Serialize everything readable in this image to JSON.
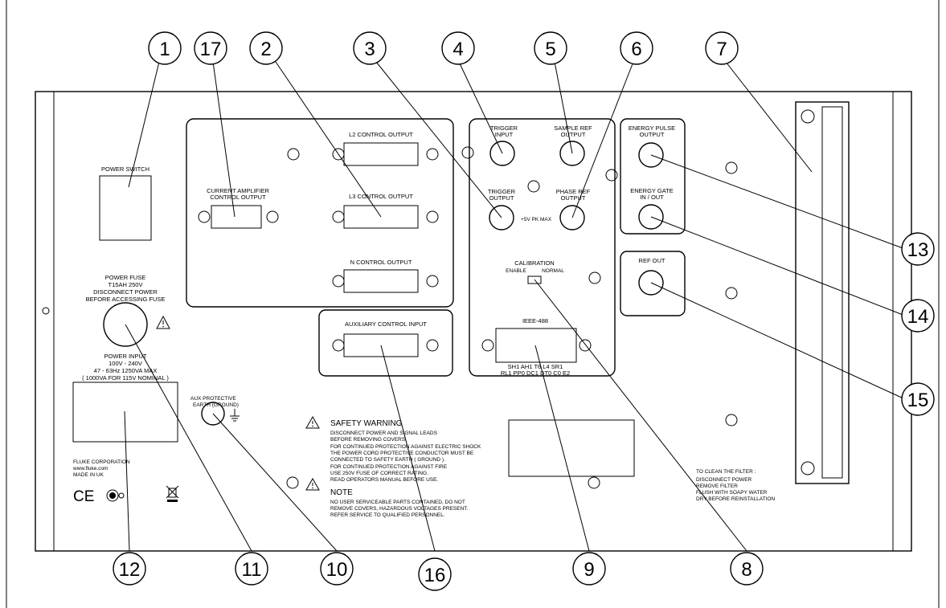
{
  "callouts": [
    "1",
    "17",
    "2",
    "3",
    "4",
    "5",
    "6",
    "7",
    "13",
    "14",
    "15",
    "12",
    "11",
    "10",
    "16",
    "9",
    "8"
  ],
  "labels": {
    "power_switch": "POWER SWITCH",
    "current_amp_1": "CURRENT AMPLIFIER",
    "current_amp_2": "CONTROL OUTPUT",
    "l2": "L2 CONTROL OUTPUT",
    "l3": "L3 CONTROL OUTPUT",
    "n": "N CONTROL OUTPUT",
    "aux_in": "AUXILIARY CONTROL INPUT",
    "trigger_in_1": "TRIGGER",
    "trigger_in_2": "INPUT",
    "sample_ref_1": "SAMPLE REF",
    "sample_ref_2": "OUTPUT",
    "trigger_out_1": "TRIGGER",
    "trigger_out_2": "OUTPUT",
    "phase_ref_1": "PHASE REF",
    "phase_ref_2": "OUTPUT",
    "pk_max": "+5V PK MAX",
    "energy_pulse_1": "ENERGY PULSE",
    "energy_pulse_2": "OUTPUT",
    "energy_gate_1": "ENERGY GATE",
    "energy_gate_2": "IN / OUT",
    "ref_out": "REF OUT",
    "calibration": "CALIBRATION",
    "enable": "ENABLE",
    "normal": "NORMAL",
    "ieee": "IEEE-488",
    "ieee_codes_1": "SH1 AH1 T6 L4 SR1",
    "ieee_codes_2": "RL1 PP0 DC1 DT0 C0 E2",
    "fuse_1": "POWER FUSE",
    "fuse_2": "T15AH 250V",
    "fuse_3": "DISCONNECT POWER",
    "fuse_4": "BEFORE ACCESSING FUSE",
    "pin_1": "POWER INPUT",
    "pin_2": "100V - 240V",
    "pin_3": "47 - 63Hz 1250VA MAX",
    "pin_4": "( 1000VA FOR 115V NOMINAL )",
    "aux_earth_1": "AUX PROTECTIVE",
    "aux_earth_2": "EARTH (GROUND)",
    "corp_1": "FLUKE CORPORATION",
    "corp_2": "www.fluke.com",
    "corp_3": "MADE IN UK",
    "ce": "CE",
    "safety_title": "SAFETY WARNING",
    "safety_1": "DISCONNECT POWER AND SIGNAL LEADS",
    "safety_2": "BEFORE REMOVING COVERS.",
    "safety_3": "FOR CONTINUED PROTECTION AGAINST ELECTRIC SHOCK",
    "safety_4": "THE POWER CORD PROTECTIVE CONDUCTOR MUST BE",
    "safety_5": "CONNECTED TO SAFETY EARTH ( GROUND ).",
    "safety_6": "FOR CONTINUED PROTECTION AGAINST FIRE",
    "safety_7": "USE 250V FUSE OF CORRECT RATING.",
    "safety_8": "READ OPERATORS MANUAL BEFORE USE.",
    "note_title": "NOTE",
    "note_1": "NO USER SERVICEABLE PARTS CONTAINED, DO NOT",
    "note_2": "REMOVE COVERS, HAZARDOUS VOLTAGES PRESENT.",
    "note_3": "REFER SERVICE TO QUALIFIED PERSONNEL.",
    "filter_1": "TO CLEAN THE FILTER :",
    "filter_2": "DISCONNECT POWER",
    "filter_3": "REMOVE FILTER",
    "filter_4": "FLUSH WITH SOAPY WATER",
    "filter_5": "DRY BEFORE REINSTALLATION"
  }
}
